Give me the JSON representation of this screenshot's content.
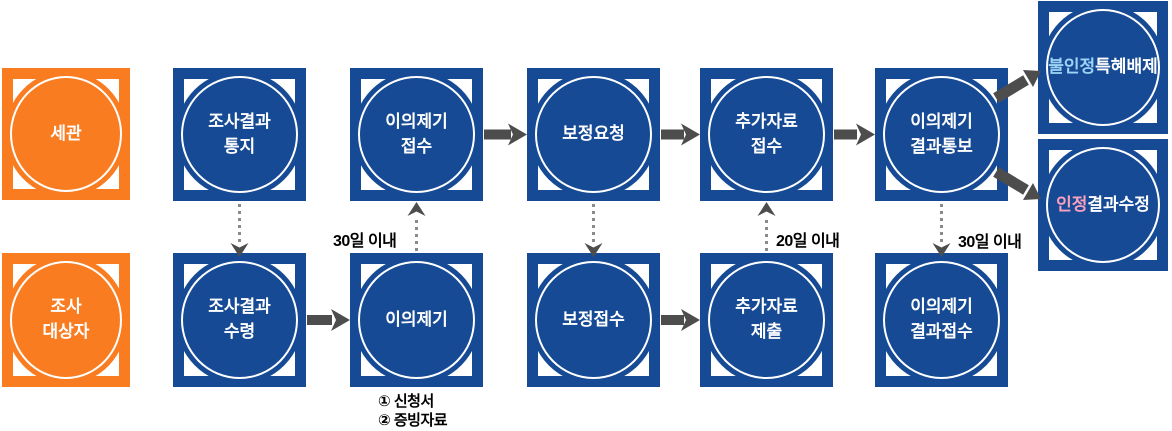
{
  "palette": {
    "blue": "#164A94",
    "orange": "#F97D20",
    "arrow": "#4D4D4D",
    "dotted": "#8A8A8A",
    "reject_text": "#9BD4F5",
    "accept_text": "#F9A0BE",
    "label_text": "#000000"
  },
  "actors": {
    "customs": {
      "text": "세관"
    },
    "subject": {
      "text": "조사\n대상자"
    }
  },
  "nodes": {
    "notice": {
      "text": "조사결과\n통지"
    },
    "appeal_receipt": {
      "text": "이의제기\n접수"
    },
    "correction_request": {
      "text": "보정요청"
    },
    "additional_receipt": {
      "text": "추가자료\n접수"
    },
    "result_notice": {
      "text": "이의제기\n결과통보"
    },
    "result_receive": {
      "text": "조사결과\n수령"
    },
    "appeal": {
      "text": "이의제기"
    },
    "correction_receipt": {
      "text": "보정접수"
    },
    "additional_submit": {
      "text": "추가자료\n제출"
    },
    "appeal_result_receipt": {
      "text": "이의제기\n결과접수"
    },
    "rejected": {
      "status": "불인정",
      "action": "특혜배제"
    },
    "accepted": {
      "status": "인정",
      "action": "결과수정"
    }
  },
  "deadlines": {
    "appeal": "30일 이내",
    "additional": "20일 이내",
    "result": "30일 이내"
  },
  "documents": {
    "items": "① 신청서\n② 증빙자료"
  }
}
